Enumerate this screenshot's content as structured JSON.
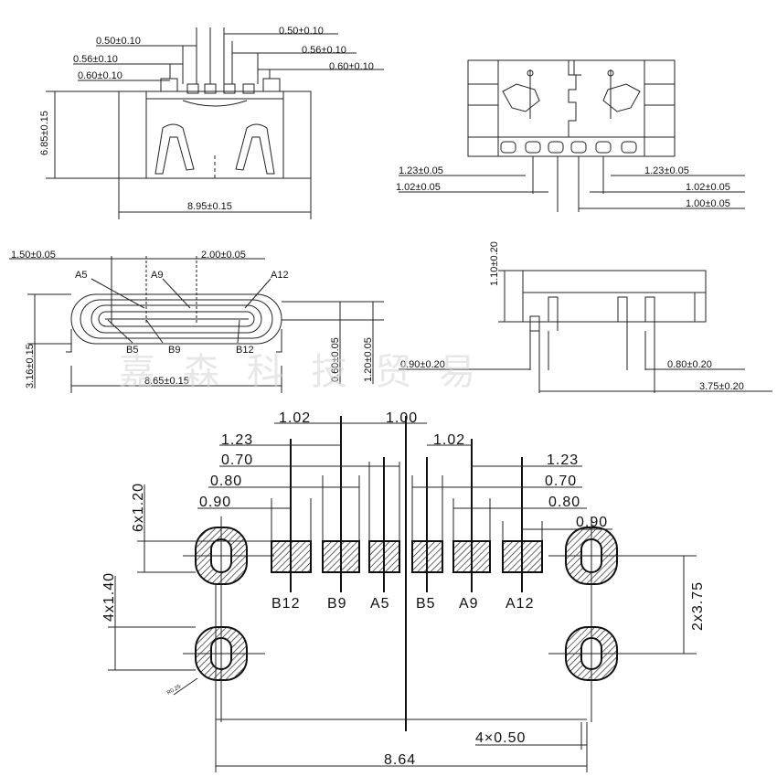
{
  "front_view": {
    "dims": [
      "0.50±0.10",
      "0.50±0.10",
      "0.56±0.10",
      "0.56±0.10",
      "0.60±0.10",
      "0.60±0.10",
      "6.85±0.15",
      "8.95±0.15"
    ]
  },
  "top_view": {
    "dims": [
      "1.23±0.05",
      "1.23±0.05",
      "1.02±0.05",
      "1.02±0.05",
      "1.00±0.05"
    ]
  },
  "mouth_view": {
    "dims": [
      "1.50±0.05",
      "2.00±0.05",
      "3.16±0.15",
      "8.65±0.15",
      "0.60±0.05",
      "1.20±0.05"
    ],
    "pins": [
      "A5",
      "A9",
      "A12",
      "B5",
      "B9",
      "B12"
    ]
  },
  "side_view": {
    "dims": [
      "1.10±0.20",
      "0.90±0.20",
      "0.80±0.20",
      "3.75±0.20"
    ]
  },
  "footprint": {
    "dims_left": [
      "1.02",
      "1.23",
      "0.70",
      "0.80",
      "0.90"
    ],
    "dims_mid": "1.00",
    "dims_right": [
      "1.02",
      "1.23",
      "0.70",
      "0.80",
      "0.90"
    ],
    "pad_labels": [
      "B12",
      "B9",
      "A5",
      "B5",
      "A9",
      "A12"
    ],
    "vertical_dims": [
      "6x1.20",
      "4x1.40",
      "2x3.75"
    ],
    "bottom_dims": [
      "4×0.50",
      "8.64"
    ],
    "corner_note": "R0.25"
  },
  "watermark": "嘉森科技贸易"
}
